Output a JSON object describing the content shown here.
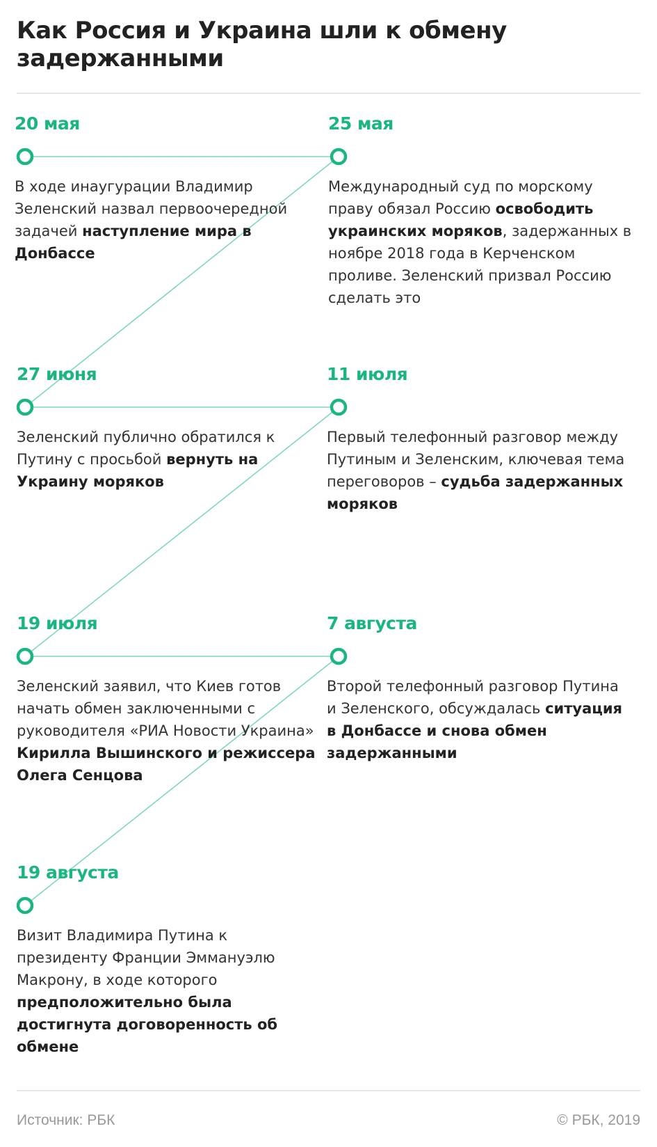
{
  "title": "Как Россия и Украина шли к обмену задержанными",
  "colors": {
    "accent": "#1bb584",
    "line": "#7fd8b8"
  },
  "events": [
    {
      "date": "20 мая",
      "parts": [
        {
          "t": "В ходе инаугурации Владимир Зеленский назвал первоочередной задачей "
        },
        {
          "t": "наступление мира в Донбассе",
          "b": true
        }
      ]
    },
    {
      "date": "25 мая",
      "parts": [
        {
          "t": "Международный суд по морскому праву обязал Россию "
        },
        {
          "t": "освободить украинских моряков",
          "b": true
        },
        {
          "t": ", задержанных в ноябре 2018 года в Керченском проливе. Зеленский призвал Россию сделать это"
        }
      ]
    },
    {
      "date": "27 июня",
      "parts": [
        {
          "t": "Зеленский публично обратился к Путину с просьбой "
        },
        {
          "t": "вернуть на Украину моряков",
          "b": true
        }
      ]
    },
    {
      "date": "11 июля",
      "parts": [
        {
          "t": "Первый телефонный разговор между Путиным и Зеленским, ключевая тема переговоров – "
        },
        {
          "t": "судьба задержанных моряков",
          "b": true
        }
      ]
    },
    {
      "date": "19 июля",
      "parts": [
        {
          "t": "Зеленский заявил, что Киев готов начать обмен заключенными с руководителя «РИА Новости Украина» "
        },
        {
          "t": "Кирилла Вышинского и режиссера Олега Сенцова",
          "b": true
        }
      ]
    },
    {
      "date": "7 августа",
      "parts": [
        {
          "t": "Второй телефонный разговор Путина и Зеленского, обсуждалась "
        },
        {
          "t": "ситуация в Донбассе и снова обмен задержанными",
          "b": true
        }
      ]
    },
    {
      "date": "19 августа",
      "parts": [
        {
          "t": "Визит Владимира Путина к президенту Франции Эммануэлю Макрону, в ходе которого "
        },
        {
          "t": "предположительно была достигнута договоренность об обмене",
          "b": true
        }
      ]
    }
  ],
  "footer": {
    "source": "Источник: РБК",
    "copyright": "© РБК, 2019"
  }
}
